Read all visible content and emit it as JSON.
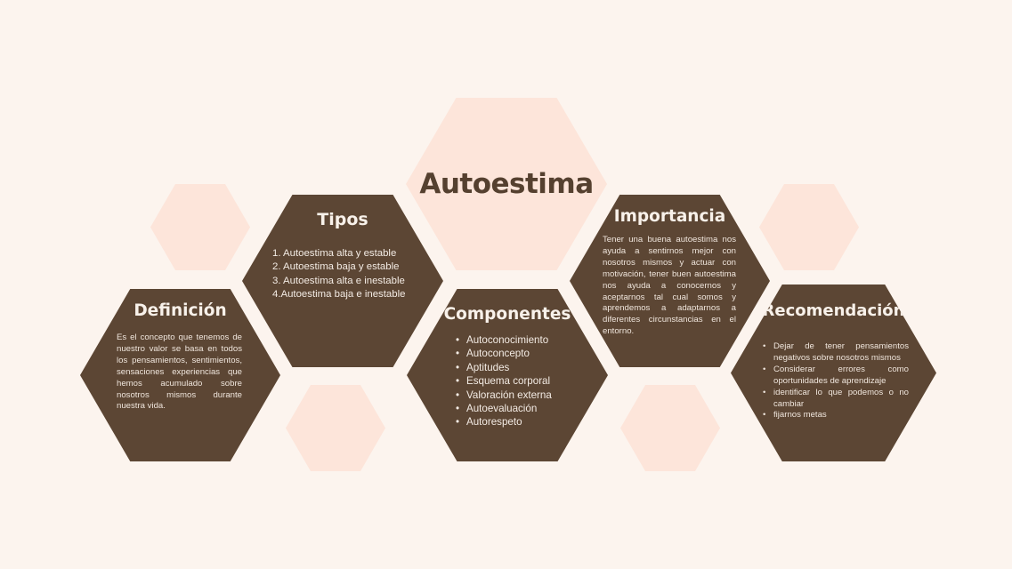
{
  "colors": {
    "background": "#fcf4ee",
    "pale_hexagon": "#fde5da",
    "dark_hexagon": "#5c4634",
    "title_text": "#55402f",
    "light_text": "#f6ede6"
  },
  "main_title": "Autoestima",
  "nodes": {
    "definicion": {
      "title": "Definición",
      "text": "Es el concepto que tenemos de nuestro valor se basa en todos los pensamientos, sentimientos, sensaciones experiencias que hemos acumulado sobre nosotros mismos durante nuestra vida."
    },
    "tipos": {
      "title": "Tipos",
      "items": [
        "1. Autoestima alta y estable",
        "2. Autoestima baja y estable",
        "3. Autoestima alta e inestable",
        "4.Autoestima baja e inestable"
      ]
    },
    "componentes": {
      "title": "Componentes",
      "items": [
        "Autoconocimiento",
        "Autoconcepto",
        "Aptitudes",
        "Esquema corporal",
        "Valoración externa",
        "Autoevaluación",
        "Autorespeto"
      ]
    },
    "importancia": {
      "title": "Importancia",
      "text": "Tener una buena autoestima nos ayuda a  sentirnos mejor con nosotros mismos y actuar con motivación, tener buen autoestima nos ayuda a conocernos y aceptarnos tal cual somos y aprendemos a adaptarnos a diferentes circunstancias en el entorno."
    },
    "recomendacion": {
      "title": "Recomendación",
      "items": [
        "Dejar de tener pensamientos negativos sobre nosotros mismos",
        "Considerar errores como oportunidades de aprendizaje",
        "identificar lo que podemos o no cambiar",
        "fijarnos metas"
      ]
    }
  }
}
